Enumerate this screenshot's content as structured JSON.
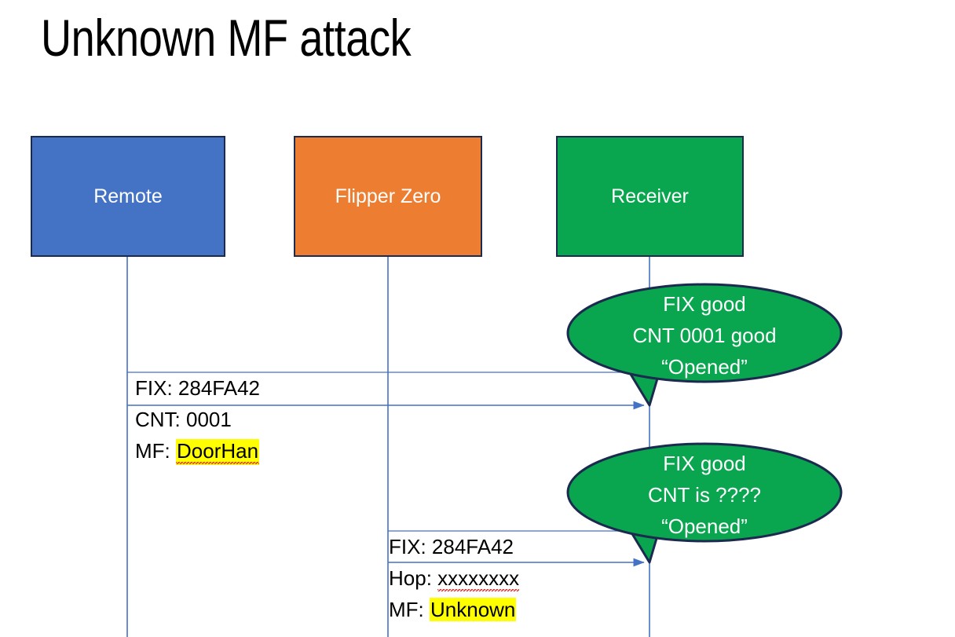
{
  "slide": {
    "title": "Unknown MF attack",
    "background": "#FFFFFF"
  },
  "colors": {
    "remote_fill": "#4472C4",
    "flipper_fill": "#ED7D31",
    "receiver_fill": "#09A64F",
    "box_border": "#1B2A4E",
    "lifeline": "#4472C4",
    "arrow": "#4472C4",
    "bubble_fill": "#09A64F",
    "bubble_border": "#1B2A4E",
    "highlight": "#FFFF00",
    "spellcheck_underline": "#E03030",
    "text_dark": "#000000",
    "text_light": "#FFFFFF"
  },
  "actors": [
    {
      "id": "remote",
      "label": "Remote",
      "fill": "#4472C4"
    },
    {
      "id": "flipper",
      "label": "Flipper Zero",
      "fill": "#ED7D31"
    },
    {
      "id": "receiver",
      "label": "Receiver",
      "fill": "#09A64F"
    }
  ],
  "messages": [
    {
      "id": "remote-to-receiver",
      "from": "remote",
      "to": "receiver",
      "lines": [
        {
          "label": "FIX: ",
          "value": "284FA42",
          "highlight": false,
          "spellcheck_error": false
        },
        {
          "label": "CNT: ",
          "value": "0001",
          "highlight": false,
          "spellcheck_error": false
        },
        {
          "label": "MF: ",
          "value": "DoorHan",
          "highlight": true,
          "spellcheck_error": true
        }
      ]
    },
    {
      "id": "flipper-to-receiver",
      "from": "flipper",
      "to": "receiver",
      "lines": [
        {
          "label": "FIX: ",
          "value": "284FA42",
          "highlight": false,
          "spellcheck_error": false
        },
        {
          "label": "Hop: ",
          "value": "xxxxxxxx",
          "highlight": false,
          "spellcheck_error": true
        },
        {
          "label": "MF: ",
          "value": "Unknown",
          "highlight": true,
          "spellcheck_error": false
        }
      ]
    }
  ],
  "bubbles": [
    {
      "id": "receiver-response-1",
      "lines": [
        "FIX good",
        "CNT 0001 good",
        "“Opened”"
      ]
    },
    {
      "id": "receiver-response-2",
      "lines": [
        "FIX good",
        "CNT is ????",
        "“Opened”"
      ]
    }
  ]
}
